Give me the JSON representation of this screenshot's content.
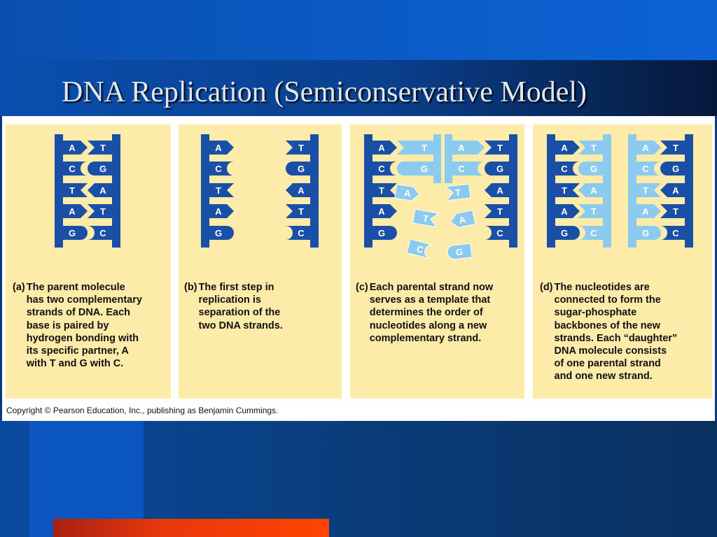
{
  "slide": {
    "title": "DNA Replication (Semiconservative Model)"
  },
  "colors": {
    "old_strand": "#1a4fa8",
    "new_strand": "#8ccaf0",
    "panel_background": "#fdeca9",
    "base_label": "#ffffff"
  },
  "figure": {
    "copyright": "Copyright © Pearson Education, Inc., publishing as Benjamin Cummings.",
    "panels": [
      {
        "letter": "(a)",
        "caption": "The parent molecule\nhas two complementary\nstrands of DNA. Each\nbase is paired by\nhydrogen bonding with\nits specific partner, A\nwith T and G with C.",
        "pairs": [
          [
            "A",
            "T"
          ],
          [
            "C",
            "G"
          ],
          [
            "T",
            "A"
          ],
          [
            "A",
            "T"
          ],
          [
            "G",
            "C"
          ]
        ]
      },
      {
        "letter": "(b)",
        "caption": "The first step in\nreplication is\nseparation of the\ntwo DNA strands.",
        "pairs": [
          [
            "A",
            "T"
          ],
          [
            "C",
            "G"
          ],
          [
            "T",
            "A"
          ],
          [
            "A",
            "T"
          ],
          [
            "G",
            "C"
          ]
        ]
      },
      {
        "letter": "(c)",
        "caption": "Each parental strand now\nserves as a template that\ndetermines the order of\nnucleotides along a new\ncomplementary strand.",
        "pairs": [
          [
            "A",
            "T"
          ],
          [
            "C",
            "G"
          ],
          [
            "T",
            "A"
          ],
          [
            "A",
            "T"
          ],
          [
            "G",
            "C"
          ]
        ],
        "free_nucleotides": [
          "A",
          "T",
          "T",
          "A",
          "C",
          "G"
        ]
      },
      {
        "letter": "(d)",
        "caption": "The nucleotides are\nconnected to form the\nsugar-phosphate\nbackbones of the new\nstrands. Each “daughter”\nDNA molecule consists\nof one parental strand\nand one new strand.",
        "pairs": [
          [
            "A",
            "T"
          ],
          [
            "C",
            "G"
          ],
          [
            "T",
            "A"
          ],
          [
            "A",
            "T"
          ],
          [
            "G",
            "C"
          ]
        ]
      }
    ]
  }
}
